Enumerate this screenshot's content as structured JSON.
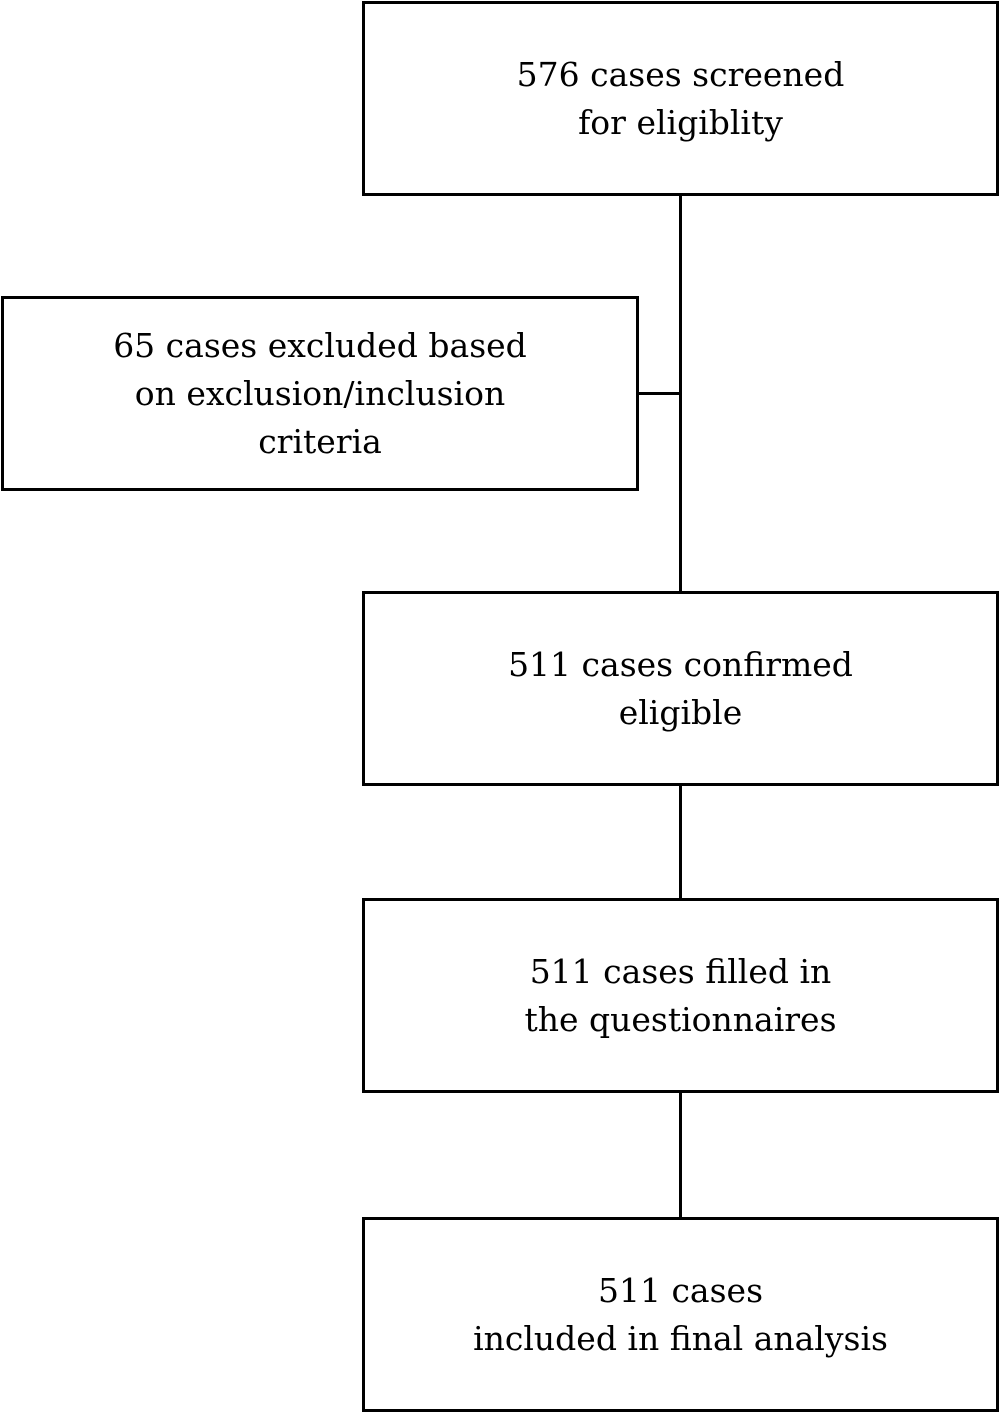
{
  "flowchart": {
    "screened": {
      "line1": "576 cases screened",
      "line2": "for eligiblity"
    },
    "excluded": {
      "line1": "65 cases excluded based",
      "line2": "on exclusion/inclusion",
      "line3": "criteria"
    },
    "confirmed": {
      "line1": "511 cases confirmed",
      "line2": "eligible"
    },
    "filled": {
      "line1": "511 cases filled in",
      "line2": "the questionnaires"
    },
    "analysis": {
      "line1": "511 cases",
      "line2": "included in final analysis"
    }
  }
}
